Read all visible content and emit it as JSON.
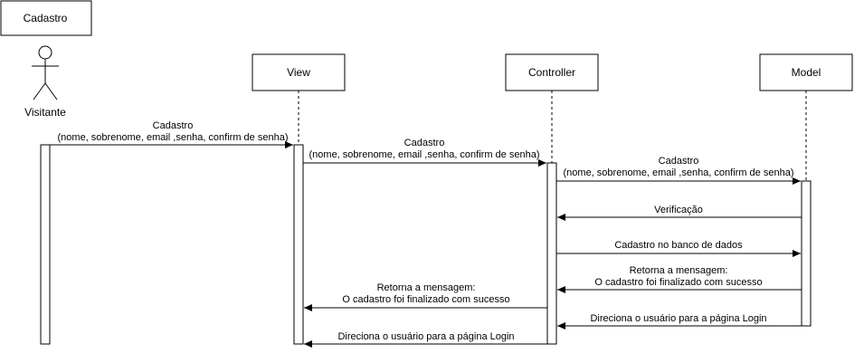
{
  "frame": {
    "title": "Cadastro"
  },
  "participants": {
    "actor": {
      "label": "Visitante"
    },
    "view": {
      "label": "View"
    },
    "controller": {
      "label": "Controller"
    },
    "model": {
      "label": "Model"
    }
  },
  "messages": [
    {
      "from": "actor",
      "to": "view",
      "type": "sync",
      "lines": [
        "Cadastro",
        "(nome, sobrenome, email ,senha, confirm de senha)"
      ]
    },
    {
      "from": "view",
      "to": "controller",
      "type": "sync",
      "lines": [
        "Cadastro",
        "(nome, sobrenome, email ,senha, confirm de senha)"
      ]
    },
    {
      "from": "controller",
      "to": "model",
      "type": "sync",
      "lines": [
        "Cadastro",
        "(nome, sobrenome, email ,senha, confirm de senha)"
      ]
    },
    {
      "from": "model",
      "to": "controller",
      "type": "reply",
      "lines": [
        "Verificação"
      ]
    },
    {
      "from": "controller",
      "to": "model",
      "type": "reply",
      "lines": [
        "Cadastro no banco de dados"
      ]
    },
    {
      "from": "model",
      "to": "controller",
      "type": "reply",
      "lines": [
        "Retorna a mensagem:",
        "O cadastro foi finalizado com sucesso"
      ]
    },
    {
      "from": "controller",
      "to": "view",
      "type": "reply",
      "lines": [
        "Retorna a mensagem:",
        "O cadastro foi finalizado com sucesso"
      ]
    },
    {
      "from": "model",
      "to": "controller",
      "type": "reply",
      "lines": [
        "Direciona o usuário para a página Login"
      ]
    },
    {
      "from": "controller",
      "to": "view",
      "type": "reply",
      "lines": [
        "Direciona o usuário para a página Login"
      ]
    }
  ],
  "colors": {
    "stroke": "#000000",
    "background": "#ffffff"
  }
}
